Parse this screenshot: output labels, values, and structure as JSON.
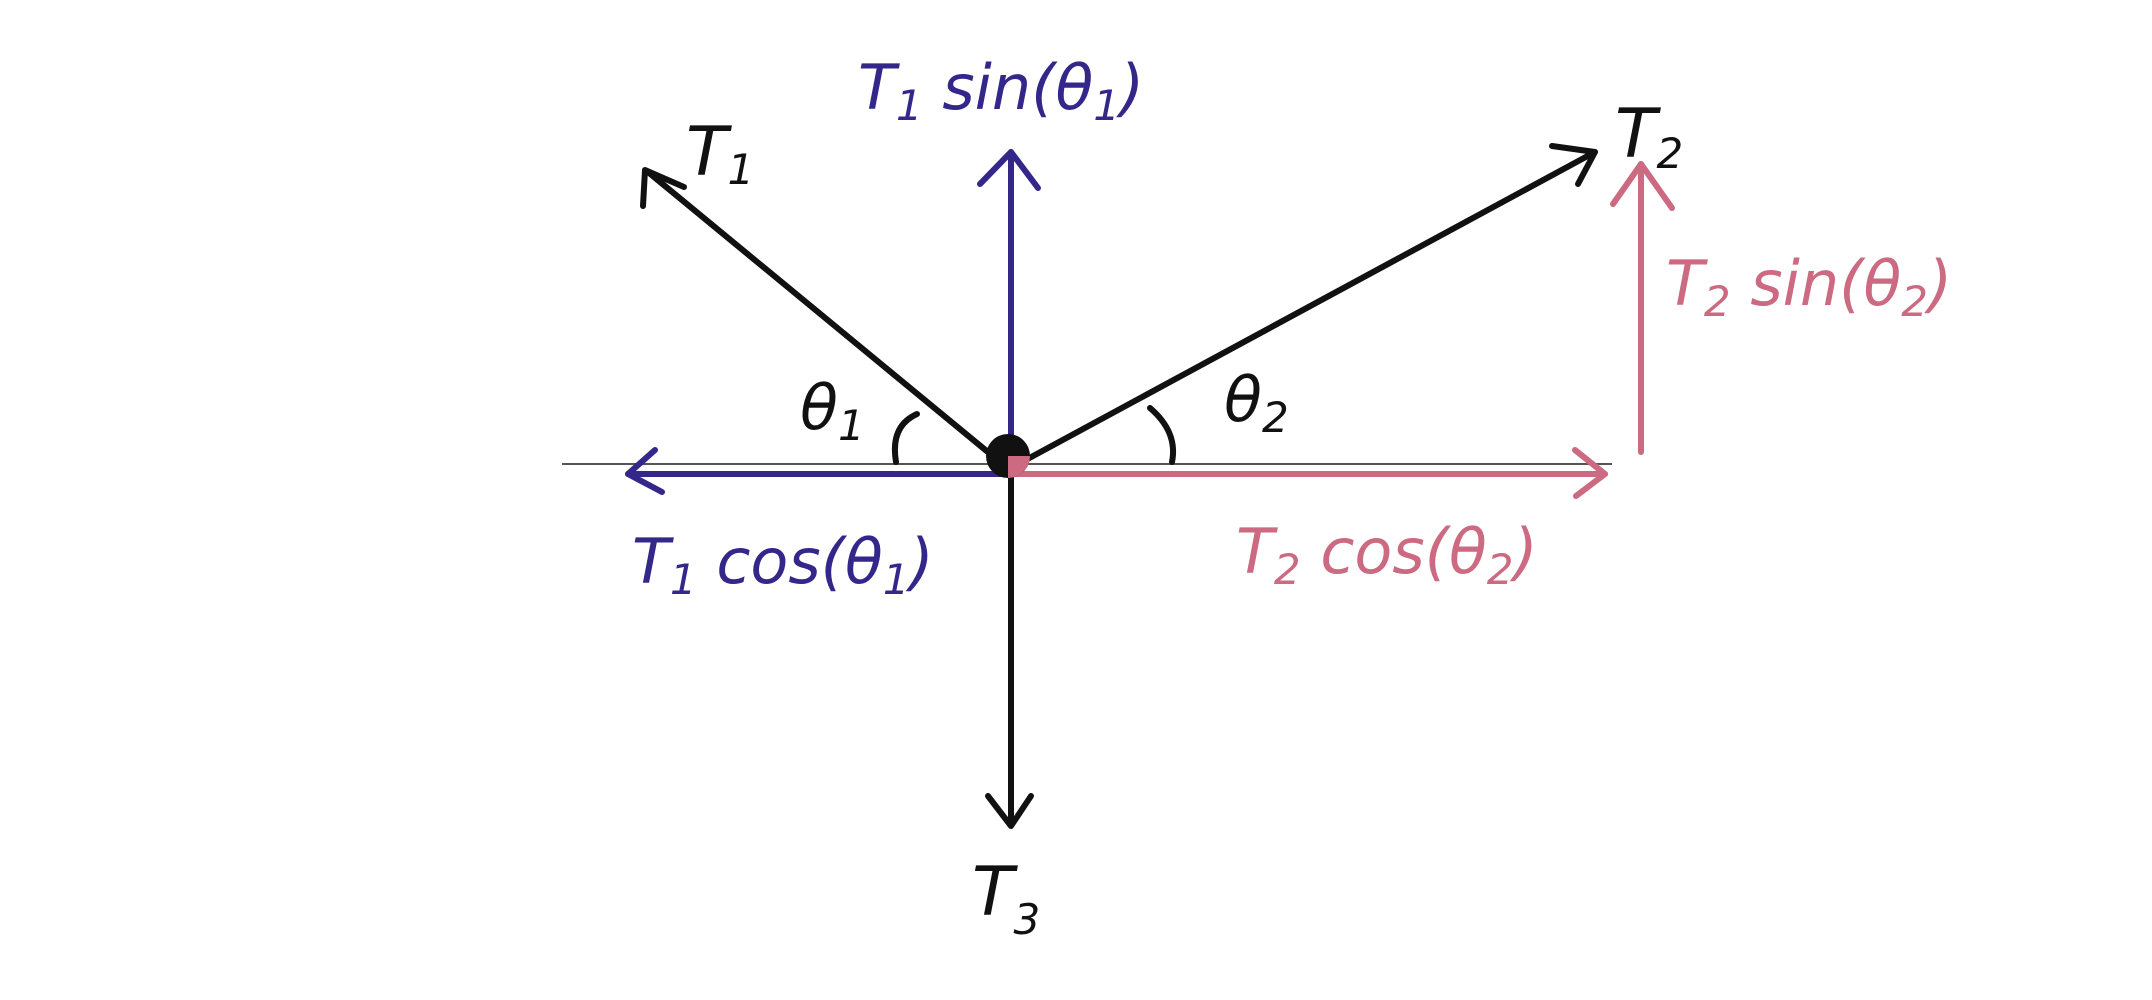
{
  "colors": {
    "ink": "#111111",
    "blue": "#33278a",
    "pink": "#cb6a80",
    "axis": "#555555"
  },
  "labels": {
    "t1": {
      "main": "T",
      "sub": "1"
    },
    "t2": {
      "main": "T",
      "sub": "2"
    },
    "t3": {
      "main": "T",
      "sub": "3"
    },
    "theta1": {
      "main": "θ",
      "sub": "1"
    },
    "theta2": {
      "main": "θ",
      "sub": "2"
    },
    "t1_sin": {
      "main": "T",
      "sub": "1",
      "rest": " sin(θ",
      "sub2": "1",
      "close": ")"
    },
    "t1_cos": {
      "main": "T",
      "sub": "1",
      "rest": " cos(θ",
      "sub2": "1",
      "close": ")"
    },
    "t2_sin": {
      "main": "T",
      "sub": "2",
      "rest": " sin(θ",
      "sub2": "2",
      "close": ")"
    },
    "t2_cos": {
      "main": "T",
      "sub": "2",
      "rest": " cos(θ",
      "sub2": "2",
      "close": ")"
    }
  }
}
